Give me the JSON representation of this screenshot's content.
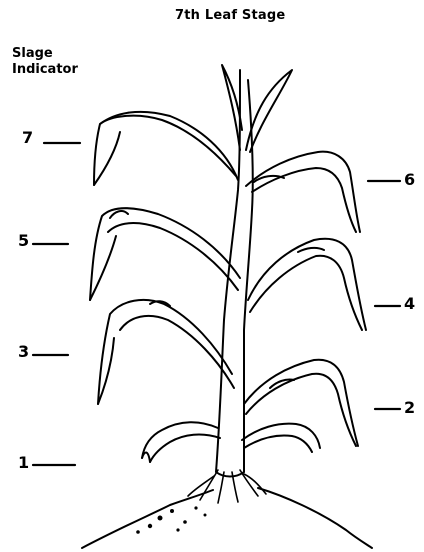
{
  "title": "7th Leaf Stage",
  "indicator": {
    "line1": "Slage",
    "line2": "Indicator"
  },
  "stages": {
    "s1": "1",
    "s2": "2",
    "s3": "3",
    "s4": "4",
    "s5": "5",
    "s6": "6",
    "s7": "7"
  }
}
